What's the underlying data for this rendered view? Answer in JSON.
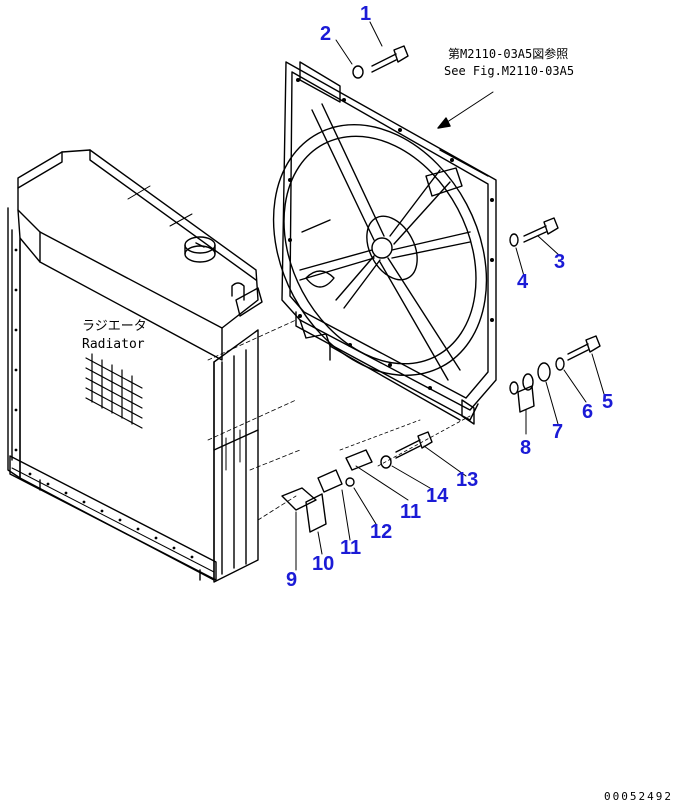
{
  "colors": {
    "callout": "#1b1bd6",
    "line": "#000000",
    "background": "#ffffff"
  },
  "reference_note": {
    "jp": "第M2110-03A5図参照",
    "en": "See Fig.M2110-03A5"
  },
  "radiator_label": {
    "jp": "ラジエータ",
    "en": "Radiator"
  },
  "callouts": [
    {
      "num": "1",
      "part": "bolt"
    },
    {
      "num": "2",
      "part": "washer"
    },
    {
      "num": "3",
      "part": "bolt"
    },
    {
      "num": "4",
      "part": "washer"
    },
    {
      "num": "5",
      "part": "bolt"
    },
    {
      "num": "6",
      "part": "washer"
    },
    {
      "num": "7",
      "part": "cushion"
    },
    {
      "num": "8",
      "part": "plate"
    },
    {
      "num": "9",
      "part": "bracket"
    },
    {
      "num": "10",
      "part": "plate"
    },
    {
      "num": "11",
      "part": "spacer"
    },
    {
      "num": "12",
      "part": "nut"
    },
    {
      "num": "13",
      "part": "bolt"
    },
    {
      "num": "14",
      "part": "washer"
    },
    {
      "num": "11",
      "part": "spacer"
    }
  ],
  "document_number": "00052492"
}
